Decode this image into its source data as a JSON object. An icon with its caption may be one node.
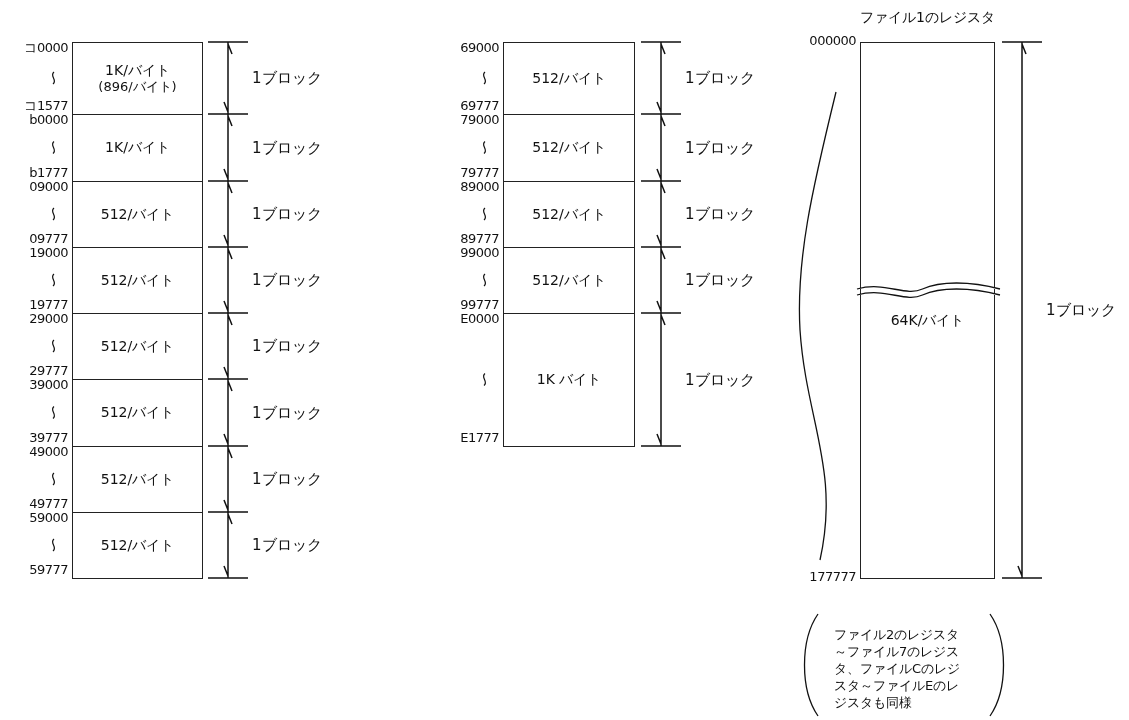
{
  "diagram": {
    "nodes": [
      {
        "text": [
          "1K/バイト",
          "(896/バイト)"
        ]
      },
      {
        "text": [
          "1K/バイト"
        ]
      },
      {
        "text": [
          "512/バイト"
        ]
      },
      {
        "text": [
          "512/バイト"
        ]
      },
      {
        "text": [
          "512/バイト"
        ]
      },
      {
        "text": [
          "512/バイト"
        ]
      },
      {
        "text": [
          "512/バイト"
        ]
      },
      {
        "text": [
          "512/バイト"
        ]
      },
      {
        "text": [
          "512/バイト"
        ]
      },
      {
        "text": [
          "512/バイト"
        ]
      },
      {
        "text": [
          "512/バイト"
        ]
      },
      {
        "text": [
          "512/バイト"
        ]
      },
      {
        "text": [
          "1K バイト"
        ]
      },
      {
        "text": [
          "ファイル1のレジスタ",
          "64K/バイト"
        ]
      }
    ],
    "labels": [
      "コ0000",
      "コ1577",
      "1ブロック",
      "b0000",
      "b1777",
      "1ブロック",
      "09000",
      "09777",
      "1ブロック",
      "19000",
      "19777",
      "1ブロック",
      "29000",
      "29777",
      "1ブロック",
      "39000",
      "39777",
      "1ブロック",
      "49000",
      "49777",
      "1ブロック",
      "59000",
      "59777",
      "1ブロック",
      "69000",
      "69777",
      "1ブロック",
      "79000",
      "79777",
      "1ブロック",
      "89000",
      "89777",
      "1ブロック",
      "99000",
      "99777",
      "1ブロック",
      "E0000",
      "E1777",
      "1ブロック",
      "000000",
      "177777",
      "1ブロック",
      "ファイル2のレジスタ～ファイル7のレジスタ、ファイルCのレジスタ～ファイルEのレジスタも同様"
    ]
  }
}
